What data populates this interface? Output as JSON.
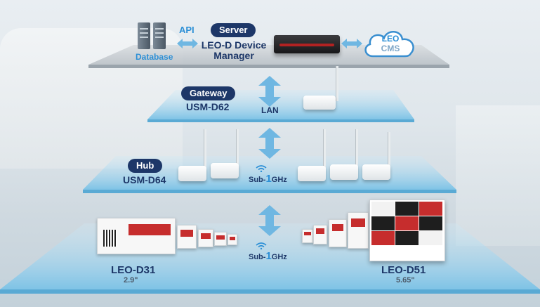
{
  "server_tier": {
    "database_label": "Database",
    "api_label": "API",
    "server_badge": "Server",
    "manager_line1": "LEO-D Device",
    "manager_line2": "Manager",
    "cms_line1": "LEO",
    "cms_line2": "CMS"
  },
  "gateway_tier": {
    "badge": "Gateway",
    "model": "USM-D62",
    "link_label": "LAN"
  },
  "hub_tier": {
    "badge": "Hub",
    "model": "USM-D64",
    "link_prefix": "Sub-",
    "link_digit": "1",
    "link_suffix": "GHz"
  },
  "tag_tier": {
    "left_model": "LEO-D31",
    "left_size": "2.9\"",
    "right_model": "LEO-D51",
    "right_size": "5.65\"",
    "link_prefix": "Sub-",
    "link_digit": "1",
    "link_suffix": "GHz"
  },
  "colors": {
    "navy": "#1d3768",
    "accent_blue": "#2b8fd6",
    "tier_blue": "#8fcbe8",
    "arrow_blue": "#6fb7e2"
  }
}
